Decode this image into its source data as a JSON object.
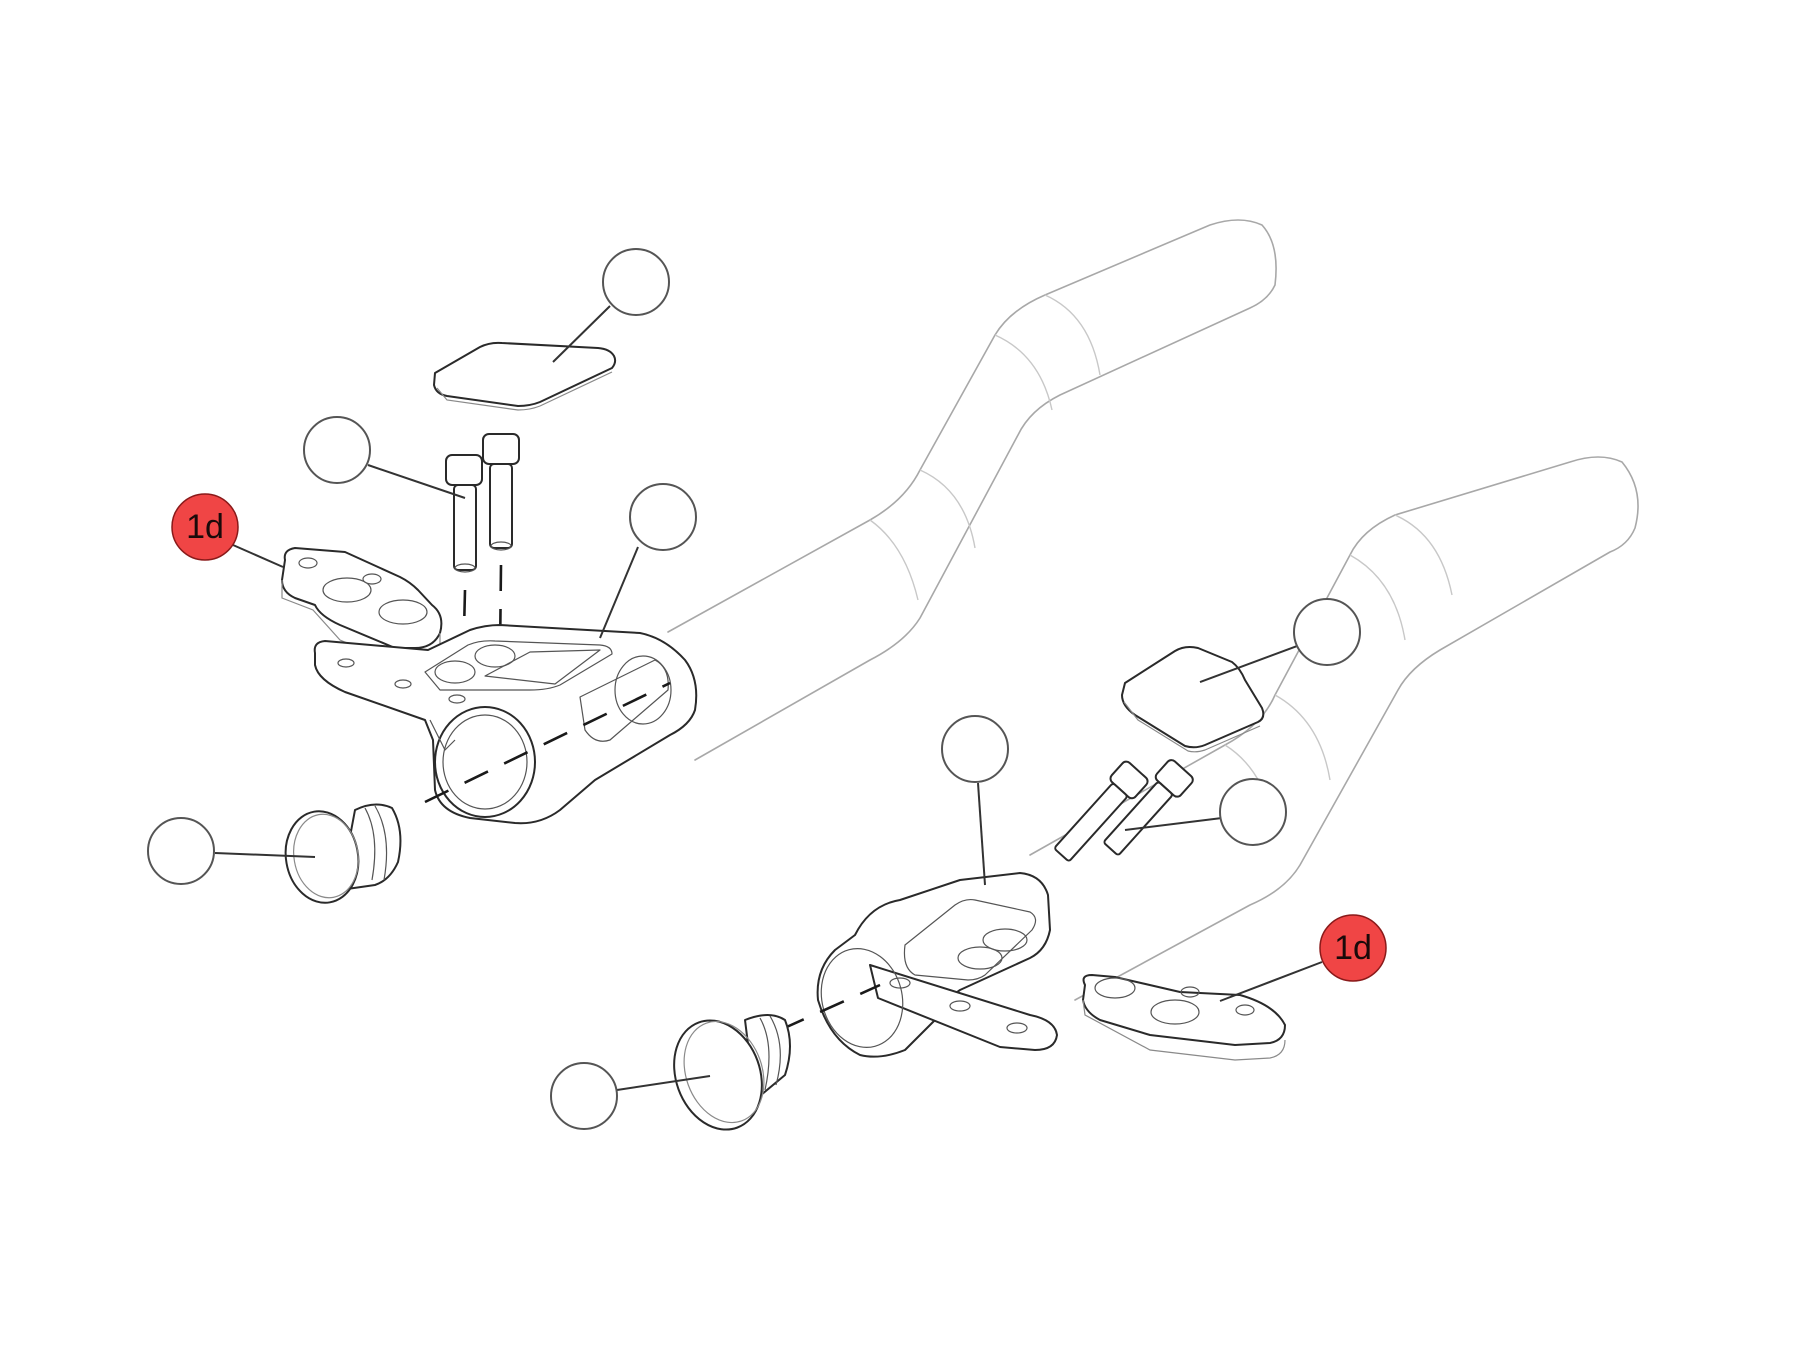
{
  "diagram": {
    "type": "exploded-assembly-view",
    "background": "#ffffff",
    "colors": {
      "highlight_callout": "#f04545",
      "callout_outline": "#555555",
      "line_art": "#2a2a2a",
      "ghost_tube": "#a8a8a8"
    },
    "callouts": [
      {
        "id": "left-pad-cover",
        "label": "",
        "highlighted": false
      },
      {
        "id": "left-bolts",
        "label": "",
        "highlighted": false
      },
      {
        "id": "left-bracket-plate",
        "label": "1d",
        "highlighted": true
      },
      {
        "id": "left-clamp-body",
        "label": "",
        "highlighted": false
      },
      {
        "id": "left-end-plug",
        "label": "",
        "highlighted": false
      },
      {
        "id": "right-pad-cover",
        "label": "",
        "highlighted": false
      },
      {
        "id": "right-clamp-body",
        "label": "",
        "highlighted": false
      },
      {
        "id": "right-bolts",
        "label": "",
        "highlighted": false
      },
      {
        "id": "right-bracket-plate",
        "label": "1d",
        "highlighted": true
      },
      {
        "id": "right-end-plug",
        "label": "",
        "highlighted": false
      }
    ]
  }
}
